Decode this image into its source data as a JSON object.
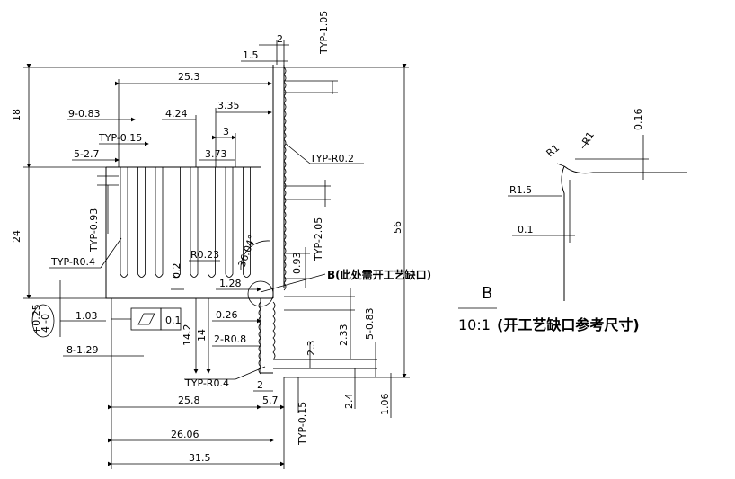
{
  "dims": {
    "d_2": "2",
    "d_typ_1_05": "TYP-1.05",
    "d_1_5": "1.5",
    "d_25_3": "25.3",
    "d_18": "18",
    "d_9_0_83": "9-0.83",
    "d_4_24": "4.24",
    "d_3_35": "3.35",
    "d_typ_0_15": "TYP-0.15",
    "d_3": "3",
    "d_5_2_7": "5-2.7",
    "d_3_73": "3.73",
    "d_typ_r0_2": "TYP-R0.2",
    "d_typ_0_93": "TYP-0.93",
    "d_24": "24",
    "d_typ_2_05": "TYP-2.05",
    "d_56": "56",
    "d_typ_r0_4_top": "TYP-R0.4",
    "d_r0_23": "R0.23",
    "d_36_04": "36.04°",
    "d_0_93": "0.93",
    "d_1_28": "1.28",
    "d_0_2": "0.2",
    "d_tol_plus": "+0.25",
    "d_tol_zero": "-0",
    "d_tol_4": "4",
    "d_1_03": "1.03",
    "d_0_1_flat": "0.1",
    "d_0_26": "0.26",
    "d_8_1_29": "8-1.29",
    "d_14_2": "14.2",
    "d_14": "14",
    "d_2_r0_8": "2-R0.8",
    "d_2_3": "2.3",
    "d_2_33": "2.33",
    "d_5_0_83": "5-0.83",
    "d_typ_r0_4_bot": "TYP-R0.4",
    "d_2_bot": "2",
    "d_25_8": "25.8",
    "d_5_7": "5.7",
    "d_typ_0_15_bot": "TYP-0.15",
    "d_2_4": "2.4",
    "d_1_06": "1.06",
    "d_26_06": "26.06",
    "d_31_5": "31.5"
  },
  "notes": {
    "b_callout": "B(此处需开工艺缺口)",
    "detail_letter": "B",
    "detail_caption_scale": "10:1",
    "detail_caption_text": "(开工艺缺口参考尺寸)"
  },
  "detail": {
    "r1": "R1",
    "r1_b": "R1",
    "d_0_16": "0.16",
    "r1_5": "R1.5",
    "d_0_1": "0.1"
  }
}
